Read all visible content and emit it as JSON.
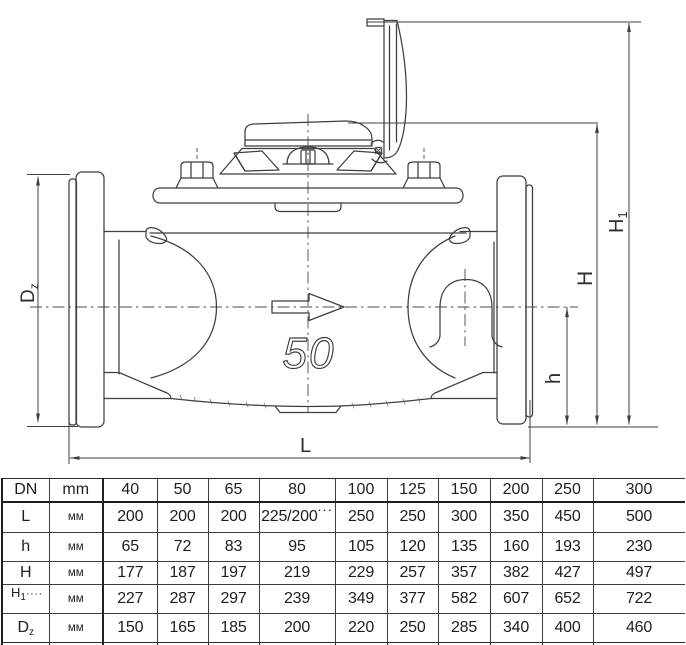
{
  "drawing": {
    "size_label": "50",
    "labels": {
      "dz_base": "D",
      "dz_sub": "z",
      "length": "L",
      "height_small": "h",
      "height_mid": "H",
      "height_total_base": "H",
      "height_total_sub": "1"
    },
    "line_color": "#3f3f3f"
  },
  "table": {
    "header": [
      "DN",
      "mm",
      "40",
      "50",
      "65",
      "80",
      "100",
      "125",
      "150",
      "200",
      "250",
      "300"
    ],
    "rows": [
      {
        "label": {
          "base": "L",
          "sub": "",
          "suffix": ""
        },
        "unit": "мм",
        "values": [
          "200",
          "200",
          "200",
          "225/200˙˙˙",
          "250",
          "250",
          "300",
          "350",
          "450",
          "500"
        ]
      },
      {
        "label": {
          "base": "h",
          "sub": "",
          "suffix": ""
        },
        "unit": "мм",
        "values": [
          "65",
          "72",
          "83",
          "95",
          "105",
          "120",
          "135",
          "160",
          "193",
          "230"
        ]
      },
      {
        "label": {
          "base": "H",
          "sub": "",
          "suffix": ""
        },
        "unit": "мм",
        "values": [
          "177",
          "187",
          "197",
          "219",
          "229",
          "257",
          "357",
          "382",
          "427",
          "497"
        ]
      },
      {
        "label": {
          "base": "H",
          "sub": "1",
          "suffix": "····"
        },
        "unit": "мм",
        "values": [
          "227",
          "287",
          "297",
          "239",
          "349",
          "377",
          "582",
          "607",
          "652",
          "722"
        ]
      },
      {
        "label": {
          "base": "D",
          "sub": "z",
          "suffix": ""
        },
        "unit": "мм",
        "values": [
          "150",
          "165",
          "185",
          "200",
          "220",
          "250",
          "285",
          "340",
          "400",
          "460"
        ]
      }
    ]
  }
}
